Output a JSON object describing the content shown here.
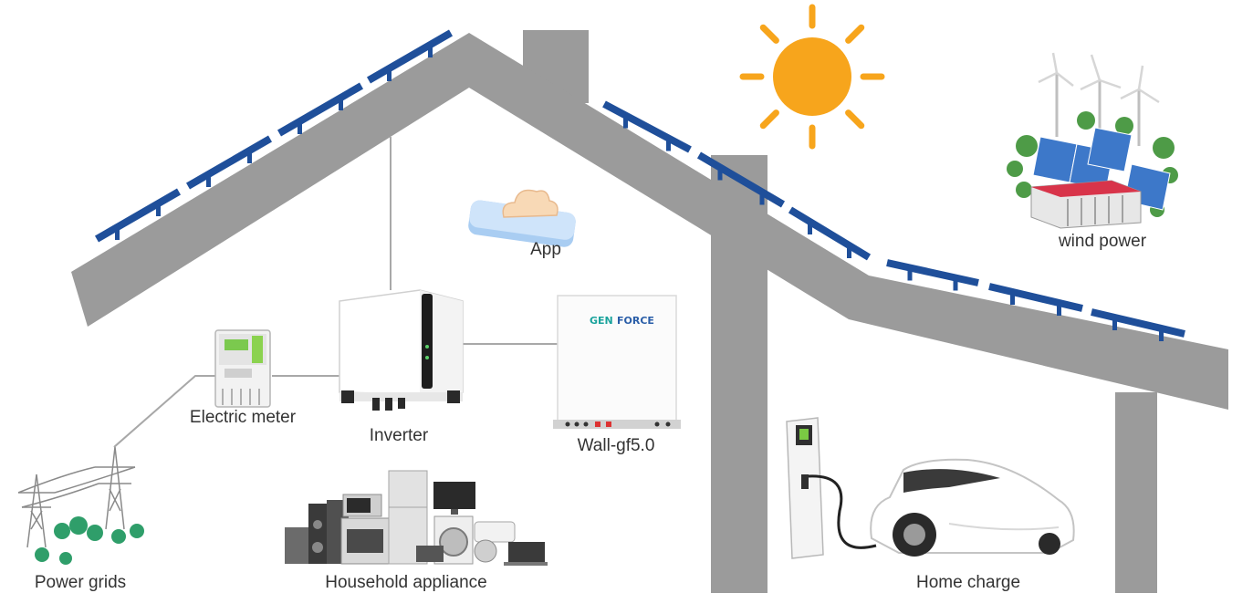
{
  "labels": {
    "app": "App",
    "wind_power": "wind power",
    "electric_meter": "Electric meter",
    "inverter": "Inverter",
    "wall": "Wall-gf5.0",
    "power_grids": "Power grids",
    "household_appliance": "Household appliance",
    "home_charge": "Home charge"
  },
  "brand": {
    "gen": "GEN",
    "force": "FORCE"
  },
  "colors": {
    "house": "#9b9b9b",
    "solar_panel": "#1f4f9a",
    "sun": "#f7a51c",
    "line": "#a8a8a8",
    "brand_teal": "#1aa39c",
    "brand_blue": "#2a5ea8"
  },
  "icons": [
    "sun-icon",
    "cloud-app-icon",
    "wind-farm-icon",
    "meter-icon",
    "inverter-icon",
    "battery-icon",
    "pylon-icon",
    "appliance-icon",
    "ev-charger-icon",
    "car-icon"
  ]
}
